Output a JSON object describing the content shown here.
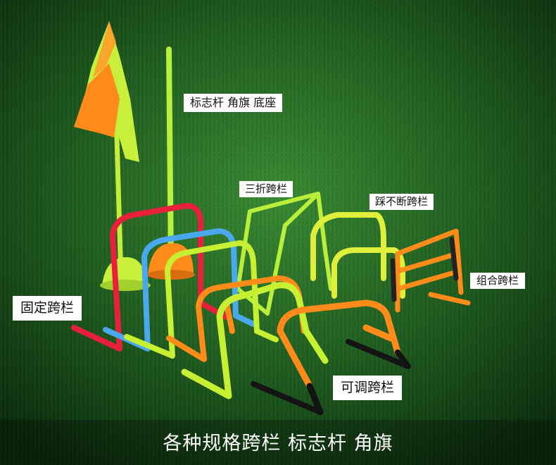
{
  "labels": {
    "pole_flag_base": "标志杆 角旗 底座",
    "tri_fold_hurdle": "三折跨栏",
    "step_on_hurdle": "踩不断跨栏",
    "combo_hurdle": "组合跨栏",
    "fixed_hurdle": "固定跨栏",
    "adjustable_hurdle": "可调跨栏"
  },
  "caption": "各种规格跨栏 标志杆 角旗",
  "colors": {
    "turf": "#1f5a1f",
    "flag_orange": "#ff8a1c",
    "flag_green": "#c8f03a",
    "pole_green": "#b4f03a",
    "hurdle_red": "#e8203c",
    "hurdle_blue": "#4aa8ec",
    "hurdle_orange": "#ff8c1a",
    "hurdle_lime": "#c8f032",
    "hurdle_yellow": "#e6f03a",
    "foot_black": "#141414"
  }
}
